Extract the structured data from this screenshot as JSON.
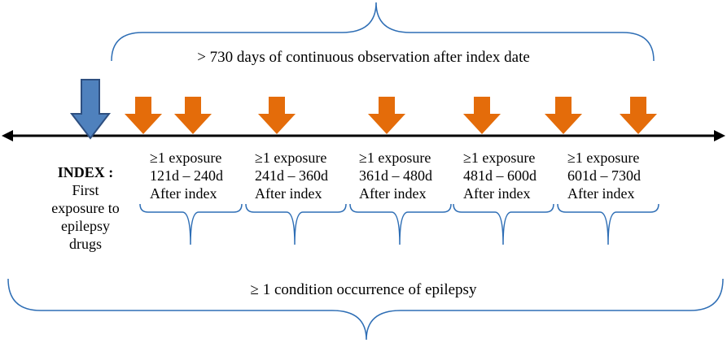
{
  "diagram": {
    "top_brace_label": "> 730 days of  continuous observation after index date",
    "bottom_brace_label": "≥ 1 condition occurrence of epilepsy",
    "index": {
      "title": "INDEX :",
      "lines": [
        "First",
        "exposure to",
        "epilepsy",
        "drugs"
      ]
    },
    "windows": [
      {
        "line1": "≥1 exposure",
        "line2": "121d – 240d",
        "line3": "After index"
      },
      {
        "line1": "≥1 exposure",
        "line2": "241d – 360d",
        "line3": "After index"
      },
      {
        "line1": "≥1 exposure",
        "line2": "361d – 480d",
        "line3": "After index"
      },
      {
        "line1": "≥1 exposure",
        "line2": "481d – 600d",
        "line3": "After index"
      },
      {
        "line1": "≥1 exposure",
        "line2": "601d – 730d",
        "line3": "After index"
      }
    ]
  },
  "colors": {
    "index_arrow_fill": "#4f81bd",
    "index_arrow_stroke": "#2e4f80",
    "exposure_arrow": "#e46c0a",
    "timeline": "#000000",
    "brace": "#2e6eb5"
  }
}
